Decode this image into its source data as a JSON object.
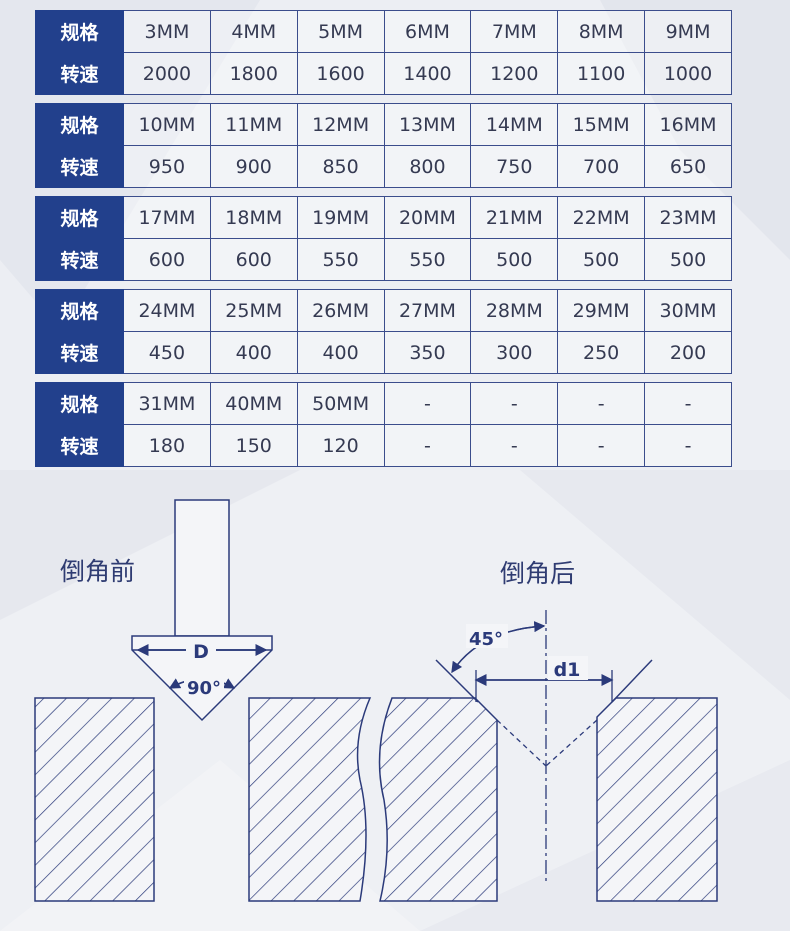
{
  "labels": {
    "spec": "规格",
    "speed": "转速"
  },
  "tables": [
    {
      "sizes": [
        "3MM",
        "4MM",
        "5MM",
        "6MM",
        "7MM",
        "8MM",
        "9MM"
      ],
      "speeds": [
        "2000",
        "1800",
        "1600",
        "1400",
        "1200",
        "1100",
        "1000"
      ]
    },
    {
      "sizes": [
        "10MM",
        "11MM",
        "12MM",
        "13MM",
        "14MM",
        "15MM",
        "16MM"
      ],
      "speeds": [
        "950",
        "900",
        "850",
        "800",
        "750",
        "700",
        "650"
      ]
    },
    {
      "sizes": [
        "17MM",
        "18MM",
        "19MM",
        "20MM",
        "21MM",
        "22MM",
        "23MM"
      ],
      "speeds": [
        "600",
        "600",
        "550",
        "550",
        "500",
        "500",
        "500"
      ]
    },
    {
      "sizes": [
        "24MM",
        "25MM",
        "26MM",
        "27MM",
        "28MM",
        "29MM",
        "30MM"
      ],
      "speeds": [
        "450",
        "400",
        "400",
        "350",
        "300",
        "250",
        "200"
      ]
    },
    {
      "sizes": [
        "31MM",
        "40MM",
        "50MM",
        "-",
        "-",
        "-",
        "-"
      ],
      "speeds": [
        "180",
        "150",
        "120",
        "-",
        "-",
        "-",
        "-"
      ]
    }
  ],
  "diagram": {
    "before_label": "倒角前",
    "after_label": "倒角后",
    "d_label": "D",
    "angle_90": "90°",
    "angle_45": "45°",
    "d1_label": "d1"
  },
  "colors": {
    "header_bg": "#22408c",
    "line": "#2b3a7a",
    "text": "#353a52"
  }
}
